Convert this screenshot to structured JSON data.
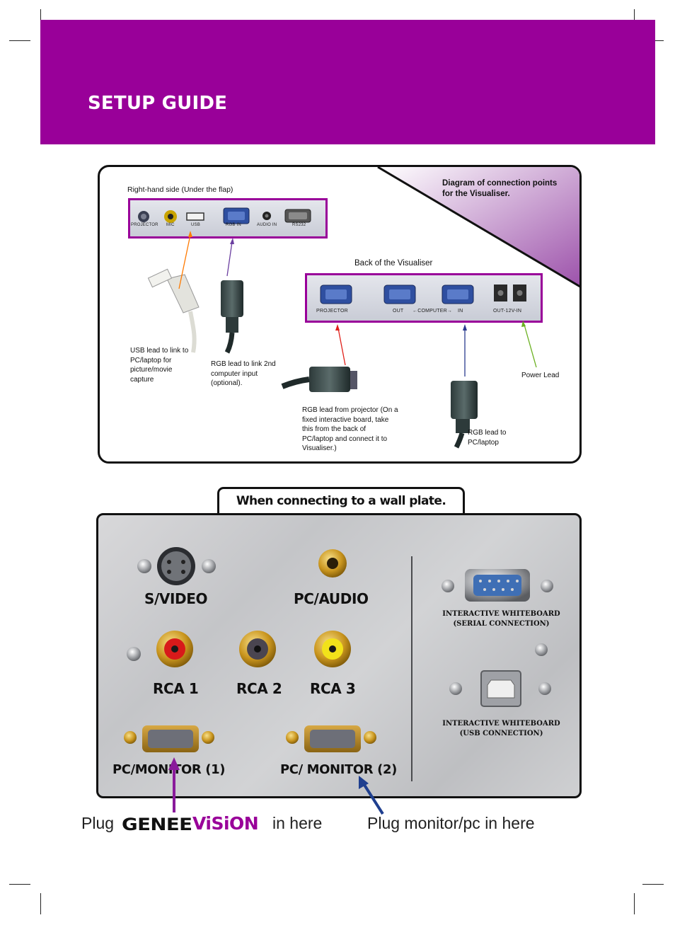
{
  "header": {
    "title": "SETUP GUIDE",
    "color": "#990099"
  },
  "diagram": {
    "caption": "Diagram of connection points for the Visualiser.",
    "right_side_title": "Right-hand side (Under the flap)",
    "right_side_ports": [
      "PROJECTOR",
      "MIC",
      "USB",
      "RGB IN",
      "AUDIO IN",
      "RS232"
    ],
    "back_title": "Back of the Visualiser",
    "back_ports": [
      "PROJECTOR",
      "OUT",
      "←COMPUTER→",
      "IN",
      "OUT-12V-IN"
    ],
    "usb_label": "USB lead to link to PC/laptop for picture/movie capture",
    "rgb2_label": "RGB lead to link 2nd computer input (optional).",
    "projector_label": "RGB lead from projector (On a fixed interactive board, take this from the back of PC/laptop and connect it to Visualiser.)",
    "pc_label": "RGB lead to PC/laptop",
    "power_label": "Power Lead"
  },
  "wall_plate": {
    "title": "When connecting to a wall plate.",
    "svideo": "S/VIDEO",
    "pc_audio": "PC/AUDIO",
    "rca1": "RCA 1",
    "rca2": "RCA 2",
    "rca3": "RCA 3",
    "pc_monitor_1": "PC/MONITOR (1)",
    "pc_monitor_2": "PC/ MONITOR (2)",
    "whiteboard_serial": "INTERACTIVE WHITEBOARD (SERIAL CONNECTION)",
    "whiteboard_usb": "INTERACTIVE WHITEBOARD (USB CONNECTION)"
  },
  "captions": {
    "plug": "Plug",
    "brand_part1": "GENEE",
    "brand_part2": "ViSiON",
    "in_here": "in here",
    "plug_monitor": "Plug monitor/pc in here"
  },
  "icons": [
    "usb-cable-icon",
    "vga-cable-icon",
    "vga-port-icon",
    "rca-port-icon",
    "svideo-port-icon",
    "serial-port-icon",
    "usb-b-port-icon",
    "arrow-icon"
  ],
  "colors": {
    "accent": "#990099",
    "arrow_purple": "#8a1a9b",
    "arrow_blue": "#1f3f8f"
  }
}
